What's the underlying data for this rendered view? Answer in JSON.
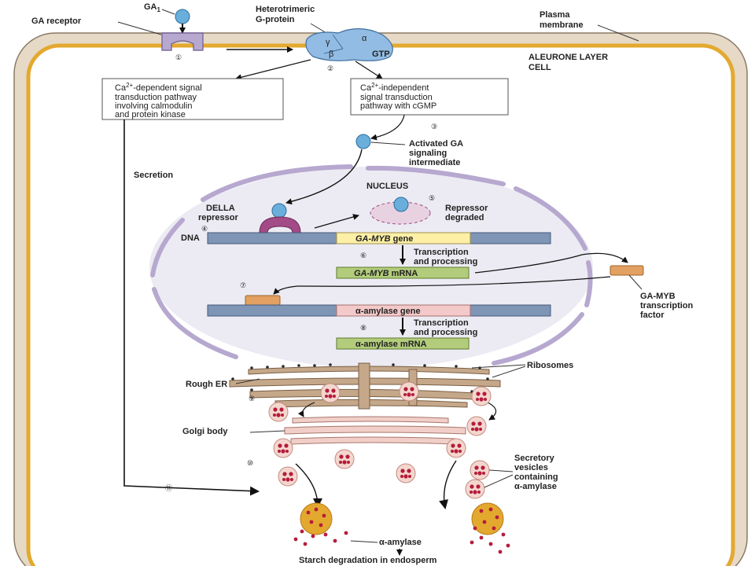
{
  "labels": {
    "ga1_a": "GA",
    "ga1_b": "1",
    "ga_receptor": "GA receptor",
    "gprotein_line1": "Heterotrimeric",
    "gprotein_line2": "G-protein",
    "gamma": "γ",
    "alpha": "α",
    "beta": "β",
    "gtp": "GTP",
    "plasma_line1": "Plasma",
    "plasma_line2": "membrane",
    "aleurone_line1": "ALEURONE LAYER",
    "aleurone_line2": "CELL",
    "box_dep_line1a": "Ca",
    "box_dep_line1sup": "2+",
    "box_dep_line1b": "-dependent signal",
    "box_dep_line2": "transduction pathway",
    "box_dep_line3": "involving calmodulin",
    "box_dep_line4": "and protein kinase",
    "box_ind_line1a": "Ca",
    "box_ind_line1sup": "2+",
    "box_ind_line1b": "-independent",
    "box_ind_line2": "signal transduction",
    "box_ind_line3": "pathway with cGMP",
    "activated_line1": "Activated GA",
    "activated_line2": "signaling",
    "activated_line3": "intermediate",
    "secretion": "Secretion",
    "nucleus": "NUCLEUS",
    "della_line1": "DELLA",
    "della_line2": "repressor",
    "repressor_line1": "Repressor",
    "repressor_line2": "degraded",
    "dna": "DNA",
    "gamyb_gene_italic": "GA-MYB",
    "gamyb_gene_rest": " gene",
    "transcription_line1": "Transcription",
    "transcription_line2": "and processing",
    "gamyb_mrna_italic": "GA-MYB",
    "gamyb_mrna_rest": " mRNA",
    "gamyb_tf_line1": "GA-MYB",
    "gamyb_tf_line2": "transcription",
    "gamyb_tf_line3": "factor",
    "amylase_gene": "α-amylase gene",
    "amylase_mrna": "α-amylase mRNA",
    "ribosomes": "Ribosomes",
    "rough_er": "Rough ER",
    "golgi": "Golgi body",
    "secretory_line1": "Secretory",
    "secretory_line2": "vesicles",
    "secretory_line3": "containing",
    "secretory_line4": "α-amylase",
    "alpha_amylase": "α-amylase",
    "starch": "Starch degradation in endosperm"
  },
  "steps": [
    "①",
    "②",
    "③",
    "④",
    "⑤",
    "⑥",
    "⑦",
    "⑧",
    "⑨",
    "⑩",
    "⑪"
  ],
  "colors": {
    "cell_wall": "#e6d9c6",
    "membrane": "#e3a92f",
    "nucleus_fill": "#ecebf3",
    "nucleus_env": "#b6a8cf",
    "ga_blue": "#6aaedc",
    "della": "#a34b86",
    "dna_blue": "#7f95b5",
    "gene_yellow": "#fdf0a6",
    "gene_pink": "#f4c9c9",
    "mrna_green": "#b3cc7c",
    "tf_orange": "#e3a063",
    "er_tan": "#c5a88a",
    "golgi_pink": "#f1cfc8",
    "vesicle_red": "#b51c3b"
  }
}
